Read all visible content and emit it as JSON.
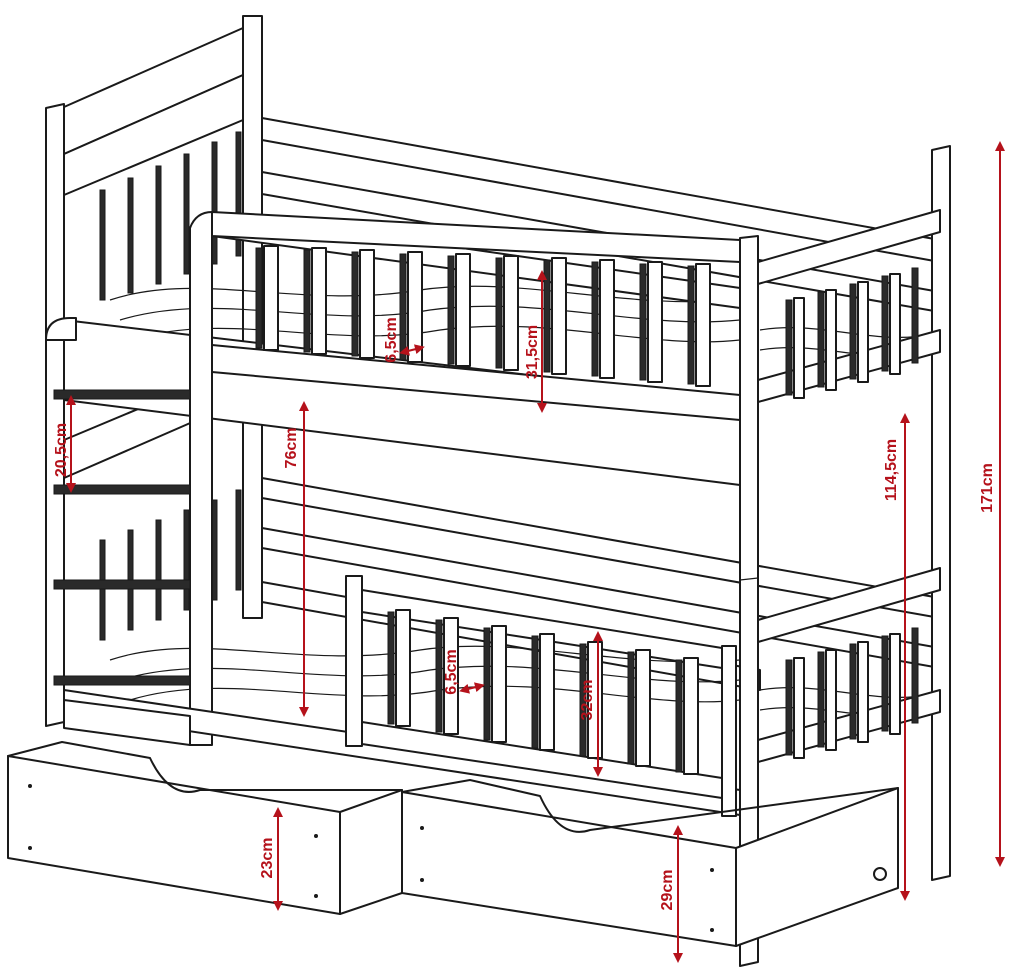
{
  "colors": {
    "line": "#1a1a1a",
    "dimension": "#b5121b",
    "background": "#ffffff"
  },
  "dimensions": {
    "total_height": "171cm",
    "upper_rail_to_floor": "114,5cm",
    "upper_barrier_height": "31,5cm",
    "upper_slat_gap": "6,5cm",
    "ladder_step": "20,5cm",
    "bed_clearance": "76cm",
    "lower_barrier_height": "32cm",
    "lower_slat_gap": "6,5cm",
    "drawer_left_height": "23cm",
    "drawer_right_height": "29cm"
  }
}
